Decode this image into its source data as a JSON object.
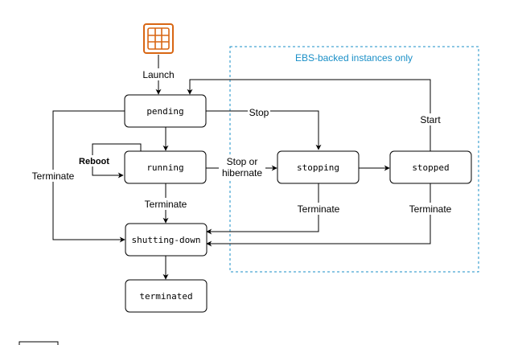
{
  "region": {
    "label": "EBS-backed instances only",
    "color": "#1a8fc7"
  },
  "icon": {
    "name": "ec2-instance-icon",
    "color": "#d86613"
  },
  "states": {
    "pending": "pending",
    "running": "running",
    "stopping": "stopping",
    "stopped": "stopped",
    "shutting_down": "shutting-down",
    "terminated": "terminated"
  },
  "transitions": {
    "launch": "Launch",
    "stop": "Stop",
    "start": "Start",
    "reboot": "Reboot",
    "stop_or_hibernate_line1": "Stop or",
    "stop_or_hibernate_line2": "hibernate",
    "terminate_left": "Terminate",
    "terminate_running": "Terminate",
    "terminate_stopping": "Terminate",
    "terminate_stopped": "Terminate"
  }
}
